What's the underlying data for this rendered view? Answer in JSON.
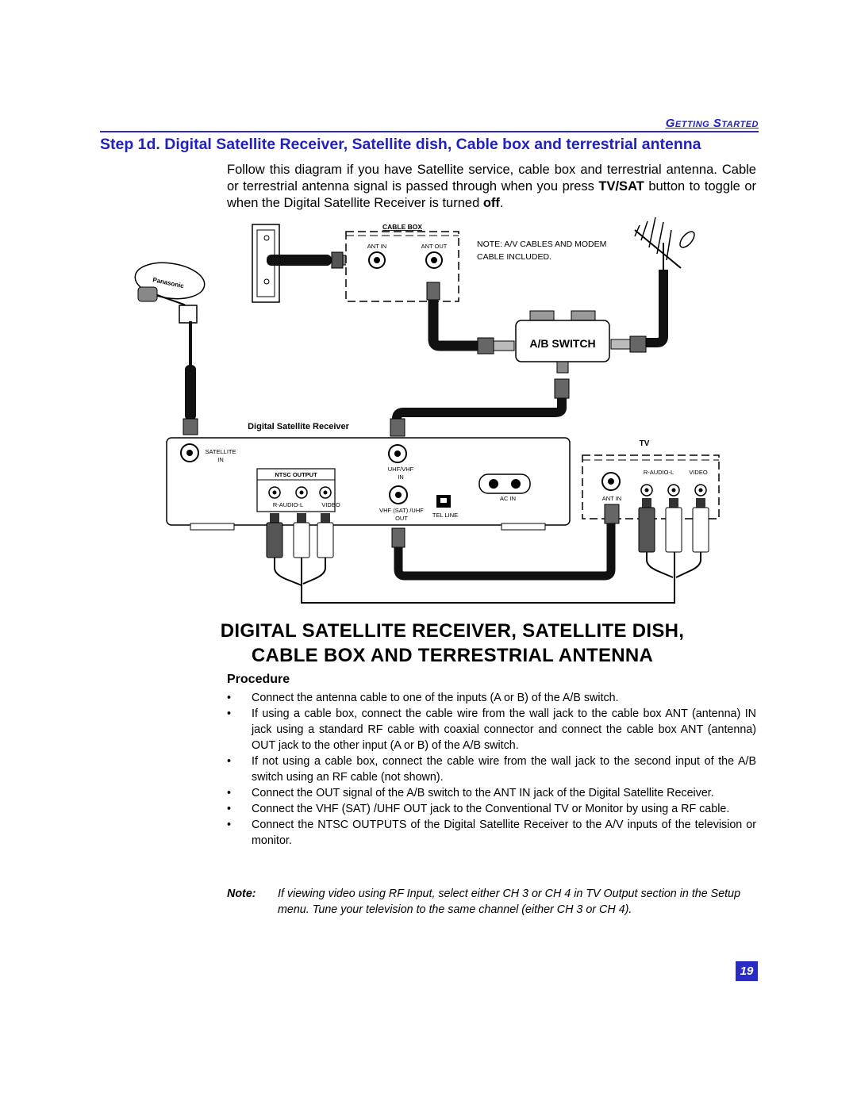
{
  "header": {
    "section": "Getting Started",
    "step_title": "Step 1d. Digital Satellite Receiver, Satellite dish, Cable box and terrestrial antenna"
  },
  "intro": {
    "text_1": "Follow this diagram if you have Satellite service, cable box and terrestrial antenna. Cable or terrestrial antenna signal is passed through when you press ",
    "bold_1": "TV/SAT",
    "text_2": " button to toggle or when the Digital Satellite Receiver is turned ",
    "bold_2": "off",
    "text_3": "."
  },
  "diagram": {
    "cable_box_label": "CABLE BOX",
    "ant_in_label": "ANT IN",
    "ant_out_label": "ANT OUT",
    "note_line_1": "NOTE: A/V CABLES AND MODEM",
    "note_line_2": "CABLE INCLUDED.",
    "dish_brand": "Panasonic",
    "ab_switch_label": "A/B SWITCH",
    "receiver_label": "Digital Satellite Receiver",
    "satellite_in_1": "SATELLITE",
    "satellite_in_2": "IN",
    "ntsc_output_label": "NTSC OUTPUT",
    "r_audio_l_label": "R-AUDIO-L",
    "video_label": "VIDEO",
    "uhf_vhf_in_1": "UHF/VHF",
    "uhf_vhf_in_2": "IN",
    "vhf_out_1": "VHF (SAT) /UHF",
    "vhf_out_2": "OUT",
    "tel_line_label": "TEL LINE",
    "ac_in_label": "AC IN",
    "tv_label": "TV",
    "tv_r_audio_l_label": "R-AUDIO-L",
    "tv_video_label": "VIDEO",
    "tv_ant_in_label": "ANT IN"
  },
  "main_title": {
    "line_1": "DIGITAL SATELLITE RECEIVER, SATELLITE DISH,",
    "line_2": "CABLE BOX AND TERRESTRIAL ANTENNA"
  },
  "procedure": {
    "heading": "Procedure",
    "items": [
      "Connect the antenna cable to one of the inputs (A or B) of the A/B switch.",
      "If using a cable box, connect the cable wire from the wall jack to the cable box ANT (antenna) IN jack using a standard RF cable with coaxial connector and connect the cable box ANT (antenna) OUT jack to the other input (A or B) of the A/B switch.",
      "If not using a cable box, connect the cable wire from the wall jack to the second input of the A/B switch using an RF cable (not shown).",
      "Connect the OUT signal of the A/B switch to the ANT IN jack of the Digital Satellite Receiver.",
      "Connect the VHF (SAT) /UHF OUT jack to the Conventional TV or Monitor by using a RF cable.",
      "Connect the NTSC OUTPUTS of the Digital Satellite Receiver to the A/V inputs of the television or monitor."
    ]
  },
  "note": {
    "label": "Note:",
    "text": "If viewing video using RF Input, select either CH 3 or CH 4 in TV Output section in the Setup menu. Tune your television to the same channel (either CH 3 or CH 4)."
  },
  "page_number": "19"
}
